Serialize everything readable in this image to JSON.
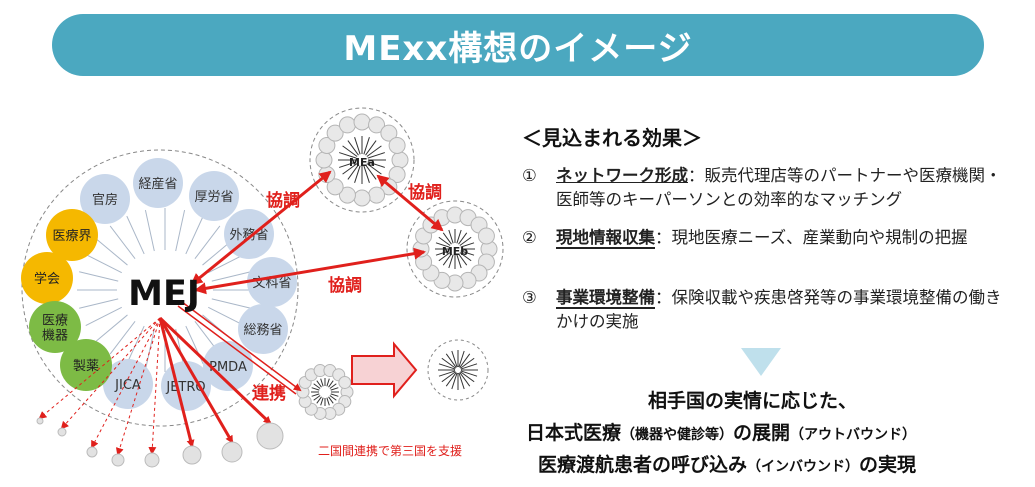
{
  "banner": {
    "title": "MExx構想のイメージ"
  },
  "diagram": {
    "center_label": "MEJ",
    "ministry_nodes": [
      "官房",
      "経産省",
      "厚労省",
      "外務省",
      "文科省",
      "総務省",
      "PMDA",
      "JETRO",
      "JICA"
    ],
    "partner_nodes": [
      "医療界",
      "学会",
      "医療\n機器",
      "製薬"
    ],
    "partner_node_lines": [
      [
        "医療界"
      ],
      [
        "学会"
      ],
      [
        "医療",
        "機器"
      ],
      [
        "製薬"
      ]
    ],
    "mea_label": "MEa",
    "meb_label": "MEb",
    "coop_label_1": "協調",
    "coop_label_2": "協調",
    "coop_label_3": "協調",
    "link_label": "連携",
    "third_country_note": "二国間連携で第三国を支援"
  },
  "effects": {
    "title": "＜見込まれる効果＞",
    "items": [
      {
        "num": "①",
        "head": "ネットワーク形成",
        "text": "：販売代理店等のパートナーや医療機関・医師等のキーパーソンとの効率的なマッチング"
      },
      {
        "num": "②",
        "head": "現地情報収集",
        "text": "：現地医療ニーズ、産業動向や規制の把握"
      },
      {
        "num": "③",
        "head": "事業環境整備",
        "text": "：保険収載や疾患啓発等の事業環境整備の働きかけの実施"
      }
    ]
  },
  "result": {
    "line1": "相手国の実情に応じた、",
    "line2_main": "日本式医療",
    "line2_paren1": "（機器や健診等）",
    "line2_mid": "の展開",
    "line2_paren2": "（アウトバウンド）",
    "line3_main": "医療渡航患者の呼び込み",
    "line3_paren": "（インバウンド）",
    "line3_end": "の実現"
  },
  "colors": {
    "banner": "#4ba8c0",
    "arrow": "#e0201c",
    "ministry": "#c9d7ea",
    "partner_orange": "#f5b800",
    "partner_green": "#7dbb45",
    "triangle": "#bfe0ec"
  }
}
